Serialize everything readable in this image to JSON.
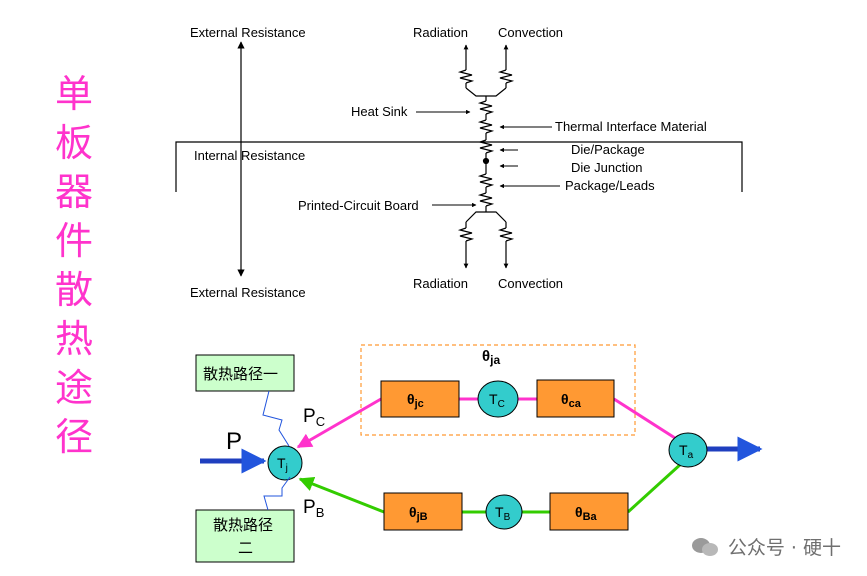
{
  "vertical_title": [
    "单",
    "板",
    "器",
    "件",
    "散",
    "热",
    "途",
    "径"
  ],
  "top_diagram": {
    "external_resistance_top": "External Resistance",
    "external_resistance_bottom": "External Resistance",
    "internal_resistance": "Internal Resistance",
    "radiation_top": "Radiation",
    "convection_top": "Convection",
    "radiation_bottom": "Radiation",
    "convection_bottom": "Convection",
    "heat_sink": "Heat Sink",
    "thermal_interface_material": "Thermal Interface Material",
    "die_package": "Die/Package",
    "die_junction": "Die Junction",
    "package_leads": "Package/Leads",
    "printed_circuit_board": "Printed-Circuit Board"
  },
  "bottom_diagram": {
    "path_one": "散热路径一",
    "path_two_line1": "散热路径",
    "path_two_line2": "二",
    "p": "P",
    "pc_main": "P",
    "pc_sub": "C",
    "pb_main": "P",
    "pb_sub": "B",
    "tj_main": "T",
    "tj_sub": "j",
    "tc_main": "T",
    "tc_sub": "C",
    "tb_main": "T",
    "tb_sub": "B",
    "ta_main": "T",
    "ta_sub": "a",
    "theta": "θ",
    "theta_ja_sub": "ja",
    "theta_jc_sub": "jc",
    "theta_ca_sub": "ca",
    "theta_jb_sub": "jB",
    "theta_ba_sub": "Ba"
  },
  "watermark": "公众号 · 硬十",
  "colors": {
    "title": "#ff33cc",
    "resistor_box": "#ff9933",
    "node": "#33cccc",
    "upper_path": "#ff33cc",
    "lower_path": "#33cc00",
    "power_arrow": "#1f3fbf",
    "label_box": "#ccffcc",
    "dashed_box": "#ff9933"
  },
  "icons": [
    "resistor-symbol",
    "arrow-icon",
    "wechat-icon"
  ]
}
